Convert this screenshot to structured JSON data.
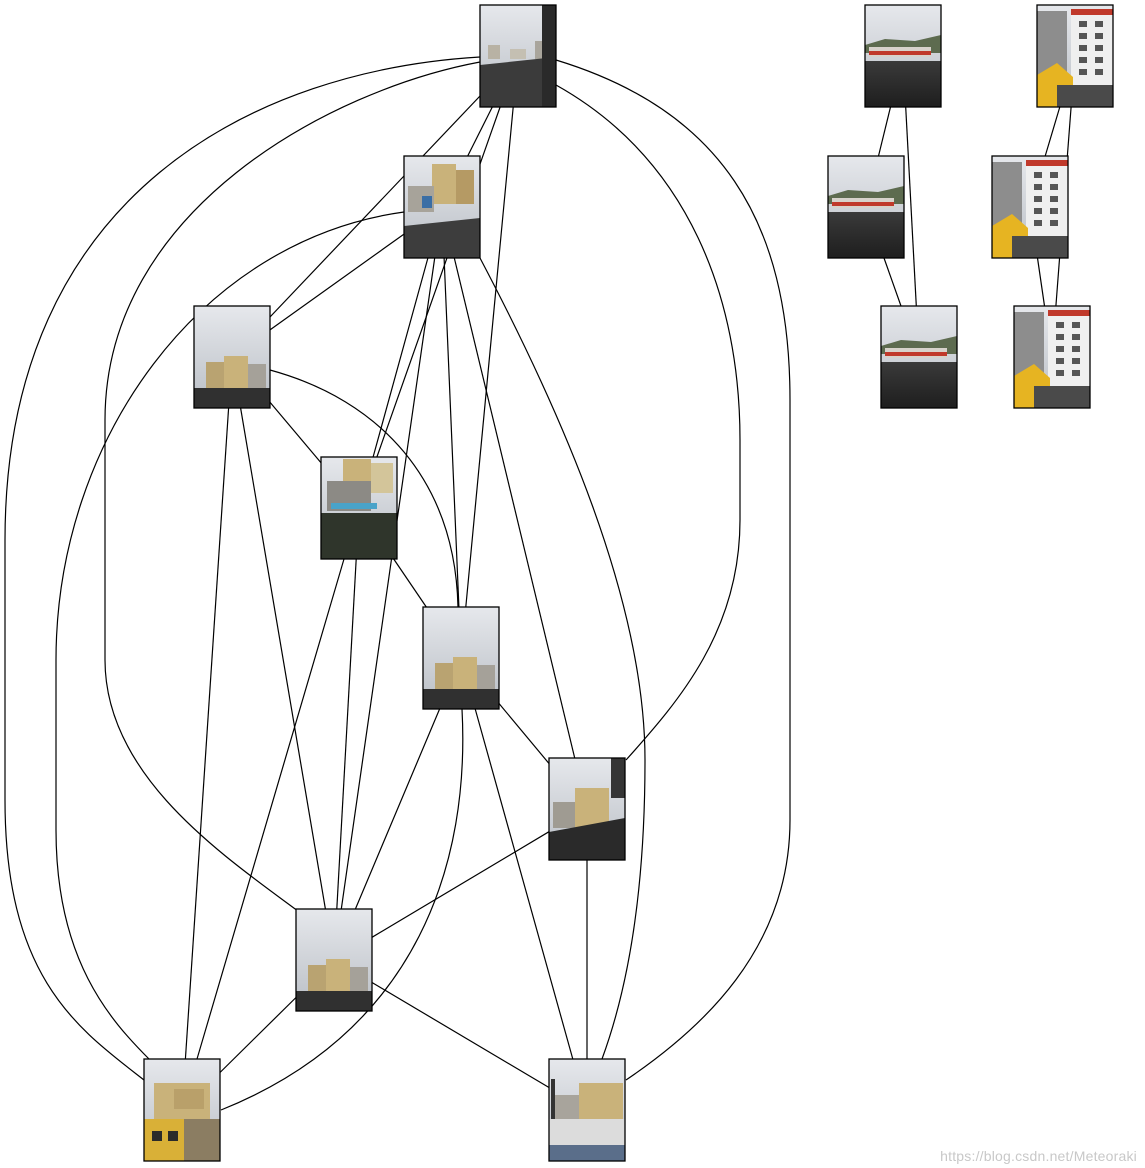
{
  "watermark": "https://blog.csdn.net/Meteoraki",
  "colors": {
    "edge": "#000000",
    "frame": "#000000",
    "sky": "#cfd3d8",
    "roof": "#2b2b2b",
    "building_tan": "#c9b27a",
    "building_grey": "#9a9a9a",
    "yellow_wall": "#e6b422",
    "red_stripe": "#c0392b",
    "green_hill": "#5d6b4f"
  },
  "graph": {
    "components": [
      {
        "name": "main-cluster",
        "nodes": [
          {
            "id": "img-a",
            "scene": "rooftops-overcast",
            "thumbnail_description": "overcast sky over rooftops"
          },
          {
            "id": "img-b",
            "scene": "tan-buildings-dark-roof",
            "thumbnail_description": "tan apartment buildings over dark roof"
          },
          {
            "id": "img-c",
            "scene": "cloudy-sky-buildings",
            "thumbnail_description": "cloudy sky above tan buildings"
          },
          {
            "id": "img-d",
            "scene": "buildings-blue-sign",
            "thumbnail_description": "buildings with blue sign and dark roof"
          },
          {
            "id": "img-e",
            "scene": "cloudy-sky-buildings",
            "thumbnail_description": "cloudy sky above buildings"
          },
          {
            "id": "img-f",
            "scene": "buildings-dark-foreground",
            "thumbnail_description": "tan apartment block with dark foreground"
          },
          {
            "id": "img-g",
            "scene": "cloudy-sky-buildings",
            "thumbnail_description": "cloudy sky above tan houses"
          },
          {
            "id": "img-h",
            "scene": "yellow-house",
            "thumbnail_description": "tan building with yellow wall"
          },
          {
            "id": "img-i",
            "scene": "white-wall-buildings",
            "thumbnail_description": "white wall in front of buildings"
          }
        ],
        "edges": [
          [
            "img-a",
            "img-b"
          ],
          [
            "img-a",
            "img-c"
          ],
          [
            "img-a",
            "img-d"
          ],
          [
            "img-a",
            "img-e"
          ],
          [
            "img-a",
            "img-f"
          ],
          [
            "img-a",
            "img-g"
          ],
          [
            "img-a",
            "img-h"
          ],
          [
            "img-a",
            "img-i"
          ],
          [
            "img-b",
            "img-c"
          ],
          [
            "img-b",
            "img-d"
          ],
          [
            "img-b",
            "img-e"
          ],
          [
            "img-b",
            "img-f"
          ],
          [
            "img-b",
            "img-g"
          ],
          [
            "img-b",
            "img-h"
          ],
          [
            "img-b",
            "img-i"
          ],
          [
            "img-c",
            "img-d"
          ],
          [
            "img-c",
            "img-e"
          ],
          [
            "img-c",
            "img-g"
          ],
          [
            "img-c",
            "img-h"
          ],
          [
            "img-d",
            "img-e"
          ],
          [
            "img-d",
            "img-g"
          ],
          [
            "img-d",
            "img-h"
          ],
          [
            "img-e",
            "img-f"
          ],
          [
            "img-e",
            "img-g"
          ],
          [
            "img-e",
            "img-h"
          ],
          [
            "img-e",
            "img-i"
          ],
          [
            "img-f",
            "img-g"
          ],
          [
            "img-f",
            "img-i"
          ],
          [
            "img-g",
            "img-h"
          ],
          [
            "img-g",
            "img-i"
          ]
        ]
      },
      {
        "name": "red-roof-cluster",
        "nodes": [
          {
            "id": "img-j",
            "scene": "roof-red-building-hill",
            "thumbnail_description": "dark roof with red building and green hill"
          },
          {
            "id": "img-k",
            "scene": "roof-red-building-hill",
            "thumbnail_description": "dark roof with red-striped building"
          },
          {
            "id": "img-l",
            "scene": "roof-red-building-hill",
            "thumbnail_description": "dark roof with red building and hill"
          }
        ],
        "edges": [
          [
            "img-j",
            "img-k"
          ],
          [
            "img-j",
            "img-l"
          ],
          [
            "img-k",
            "img-l"
          ]
        ]
      },
      {
        "name": "yellow-wall-cluster",
        "nodes": [
          {
            "id": "img-m",
            "scene": "grey-white-buildings-yellow",
            "thumbnail_description": "grey and white buildings with yellow wall"
          },
          {
            "id": "img-n",
            "scene": "grey-white-buildings-yellow",
            "thumbnail_description": "white building beside grey building"
          },
          {
            "id": "img-o",
            "scene": "grey-white-buildings-yellow",
            "thumbnail_description": "grey buildings with yellow wall and roof"
          }
        ],
        "edges": [
          [
            "img-m",
            "img-n"
          ],
          [
            "img-m",
            "img-o"
          ],
          [
            "img-n",
            "img-o"
          ]
        ]
      }
    ]
  }
}
